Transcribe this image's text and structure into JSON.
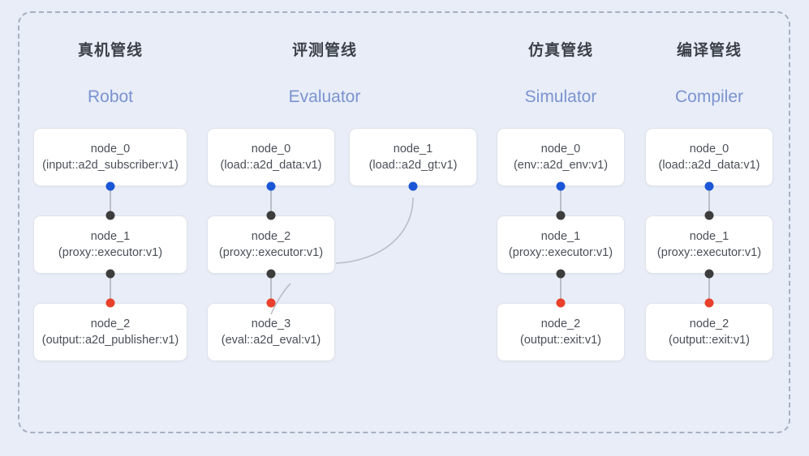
{
  "diagram": {
    "background_color": "#e8edf8",
    "frame_border_color": "#a7b0c2",
    "dot_colors": {
      "input": "#1a56d6",
      "proxy": "#3d3d3d",
      "output": "#e8402a"
    },
    "link_color": "#b9bec7",
    "title_cn_color": "#3c4149",
    "title_en_color": "#7b93cf",
    "columns": [
      {
        "id": "robot",
        "title_cn": "真机管线",
        "title_en": "Robot",
        "nodes": [
          {
            "name": "node_0",
            "type": "(input::a2d_subscriber:v1)"
          },
          {
            "name": "node_1",
            "type": "(proxy::executor:v1)"
          },
          {
            "name": "node_2",
            "type": "(output::a2d_publisher:v1)"
          }
        ]
      },
      {
        "id": "evaluator",
        "title_cn": "评测管线",
        "title_en": "Evaluator",
        "nodes": [
          {
            "name": "node_0",
            "type": "(load::a2d_data:v1)"
          },
          {
            "name": "node_2",
            "type": "(proxy::executor:v1)"
          },
          {
            "name": "node_3",
            "type": "(eval::a2d_eval:v1)"
          }
        ],
        "side_node": {
          "name": "node_1",
          "type": "(load::a2d_gt:v1)"
        }
      },
      {
        "id": "simulator",
        "title_cn": "仿真管线",
        "title_en": "Simulator",
        "nodes": [
          {
            "name": "node_0",
            "type": "(env::a2d_env:v1)"
          },
          {
            "name": "node_1",
            "type": "(proxy::executor:v1)"
          },
          {
            "name": "node_2",
            "type": "(output::exit:v1)"
          }
        ]
      },
      {
        "id": "compiler",
        "title_cn": "编译管线",
        "title_en": "Compiler",
        "nodes": [
          {
            "name": "node_0",
            "type": "(load::a2d_data:v1)"
          },
          {
            "name": "node_1",
            "type": "(proxy::executor:v1)"
          },
          {
            "name": "node_2",
            "type": "(output::exit:v1)"
          }
        ]
      }
    ]
  }
}
